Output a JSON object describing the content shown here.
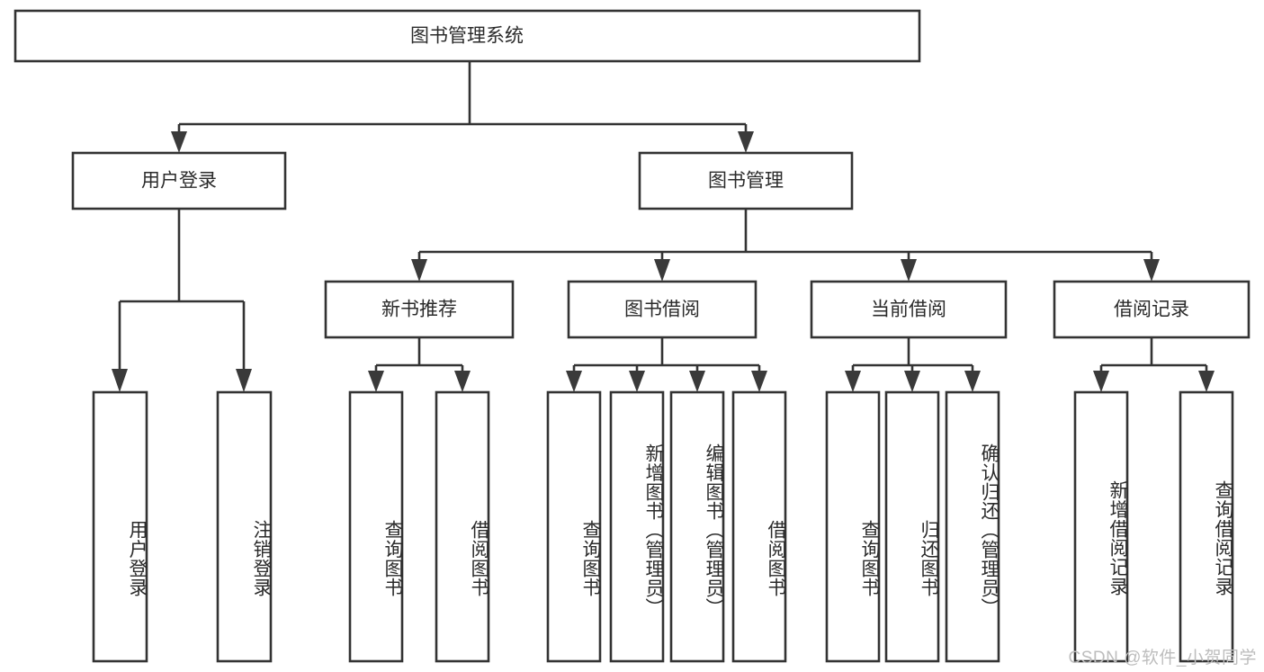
{
  "diagram": {
    "type": "tree-hierarchy",
    "title": "图书管理系统",
    "watermark": "CSDN @软件_小贺同学",
    "colors": {
      "stroke": "#333333",
      "fill": "#ffffff",
      "text": "#2b2b2b",
      "watermark": "#bdbdbd",
      "background": "#ffffff"
    },
    "levels": [
      {
        "level": 0,
        "nodes": [
          {
            "id": "root",
            "label": "图书管理系统",
            "orientation": "horizontal"
          }
        ]
      },
      {
        "level": 1,
        "nodes": [
          {
            "id": "user-login",
            "label": "用户登录",
            "orientation": "horizontal",
            "parent": "root"
          },
          {
            "id": "book-manage",
            "label": "图书管理",
            "orientation": "horizontal",
            "parent": "root"
          }
        ]
      },
      {
        "level": 2,
        "nodes": [
          {
            "id": "new-book-recommend",
            "label": "新书推荐",
            "orientation": "horizontal",
            "parent": "book-manage"
          },
          {
            "id": "book-borrow",
            "label": "图书借阅",
            "orientation": "horizontal",
            "parent": "book-manage"
          },
          {
            "id": "current-borrow",
            "label": "当前借阅",
            "orientation": "horizontal",
            "parent": "book-manage"
          },
          {
            "id": "borrow-record",
            "label": "借阅记录",
            "orientation": "horizontal",
            "parent": "book-manage"
          }
        ]
      },
      {
        "level": 3,
        "nodes": [
          {
            "id": "leaf-user-login",
            "label": "用户登录",
            "orientation": "vertical",
            "parent": "user-login"
          },
          {
            "id": "leaf-user-logout",
            "label": "注销登录",
            "orientation": "vertical",
            "parent": "user-login"
          },
          {
            "id": "leaf-query-book-1",
            "label": "查询图书",
            "orientation": "vertical",
            "parent": "new-book-recommend"
          },
          {
            "id": "leaf-borrow-book-1",
            "label": "借阅图书",
            "orientation": "vertical",
            "parent": "new-book-recommend"
          },
          {
            "id": "leaf-query-book-2",
            "label": "查询图书",
            "orientation": "vertical",
            "parent": "book-borrow"
          },
          {
            "id": "leaf-add-book",
            "label": "新增图书（管理员）",
            "orientation": "vertical",
            "parent": "book-borrow"
          },
          {
            "id": "leaf-edit-book",
            "label": "编辑图书（管理员）",
            "orientation": "vertical",
            "parent": "book-borrow"
          },
          {
            "id": "leaf-borrow-book-2",
            "label": "借阅图书",
            "orientation": "vertical",
            "parent": "book-borrow"
          },
          {
            "id": "leaf-query-book-3",
            "label": "查询图书",
            "orientation": "vertical",
            "parent": "current-borrow"
          },
          {
            "id": "leaf-return-book",
            "label": "归还图书",
            "orientation": "vertical",
            "parent": "current-borrow"
          },
          {
            "id": "leaf-confirm-return",
            "label": "确认归还（管理员）",
            "orientation": "vertical",
            "parent": "current-borrow"
          },
          {
            "id": "leaf-add-record",
            "label": "新增借阅记录",
            "orientation": "vertical",
            "parent": "borrow-record"
          },
          {
            "id": "leaf-query-record",
            "label": "查询借阅记录",
            "orientation": "vertical",
            "parent": "borrow-record"
          }
        ]
      }
    ],
    "node_labels": {
      "root": "图书管理系统",
      "user_login": "用户登录",
      "book_manage": "图书管理",
      "new_book_recommend": "新书推荐",
      "book_borrow": "图书借阅",
      "current_borrow": "当前借阅",
      "borrow_record": "借阅记录",
      "leaf_user_login": "用户登录",
      "leaf_user_logout": "注销登录",
      "leaf_query_book_1": "查询图书",
      "leaf_borrow_book_1": "借阅图书",
      "leaf_query_book_2": "查询图书",
      "leaf_add_book": "新增图书（管理员）",
      "leaf_edit_book": "编辑图书（管理员）",
      "leaf_borrow_book_2": "借阅图书",
      "leaf_query_book_3": "查询图书",
      "leaf_return_book": "归还图书",
      "leaf_confirm_return": "确认归还（管理员）",
      "leaf_add_record": "新增借阅记录",
      "leaf_query_record": "查询借阅记录"
    }
  }
}
